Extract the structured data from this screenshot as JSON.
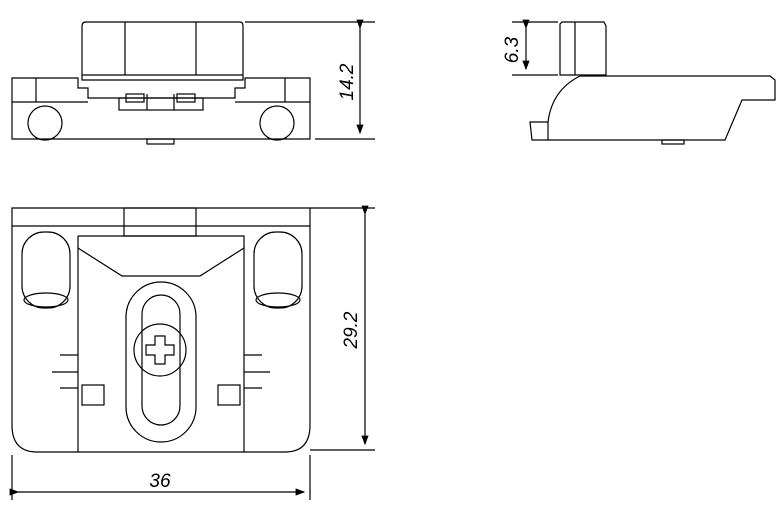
{
  "dimensions": {
    "front_height": "14.2",
    "side_tab_height": "6.3",
    "top_depth": "29.2",
    "top_width": "36"
  }
}
